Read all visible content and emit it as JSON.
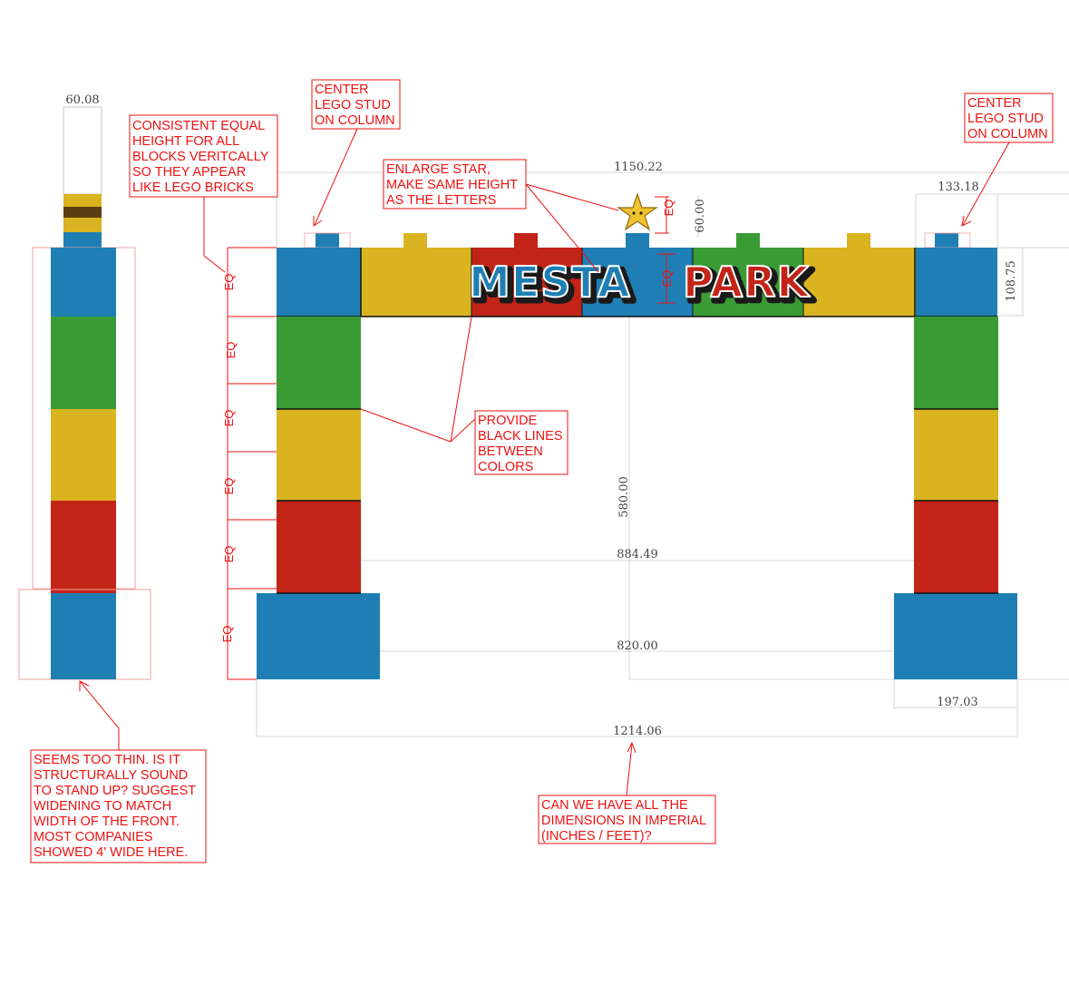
{
  "dimensions": {
    "side_top_width": "60.08",
    "top_width": "1150.22",
    "star_height": "60.00",
    "end_block_width": "133.18",
    "beam_height": "108.75",
    "clear_height": "580.00",
    "inner_span_upper": "884.49",
    "inner_span_lower": "820.00",
    "base_block_width": "197.03",
    "overall_width": "1214.06"
  },
  "eq_label": "EQ",
  "sign": {
    "word1": "MESTA",
    "word2": "PARK"
  },
  "notes": {
    "center_stud_left": [
      "CENTER",
      "LEGO STUD",
      "ON COLUMN"
    ],
    "center_stud_right": [
      "CENTER",
      "LEGO STUD",
      "ON COLUMN"
    ],
    "equal_height": [
      "CONSISTENT EQUAL",
      "HEIGHT FOR ALL",
      "BLOCKS VERITCALLY",
      "SO THEY APPEAR",
      "LIKE LEGO BRICKS"
    ],
    "enlarge_star": [
      "ENLARGE STAR,",
      "MAKE SAME HEIGHT",
      "AS THE LETTERS"
    ],
    "black_lines": [
      "PROVIDE",
      "BLACK LINES",
      "BETWEEN",
      "COLORS"
    ],
    "too_thin": [
      "SEEMS TOO THIN. IS IT",
      "STRUCTURALLY SOUND",
      "TO STAND UP? SUGGEST",
      "WIDENING TO MATCH",
      "WIDTH OF THE FRONT.",
      "MOST COMPANIES",
      "SHOWED 4' WIDE HERE."
    ],
    "imperial": [
      "CAN WE HAVE ALL THE",
      "DIMENSIONS IN IMPERIAL",
      "(INCHES / FEET)?"
    ]
  },
  "colors": {
    "blue": "#1f7fb5",
    "green": "#3a9b35",
    "yellow": "#dab420",
    "red": "#c32418",
    "brown": "#5a3d10",
    "markup": "#ee1111",
    "dimension": "#444444"
  }
}
